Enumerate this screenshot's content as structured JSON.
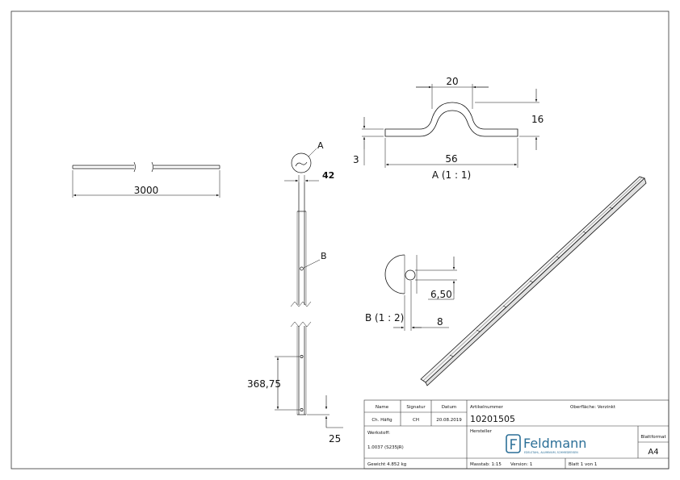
{
  "drawing": {
    "overall_length": "3000",
    "profile_width": "42",
    "hole_spacing": "368,75",
    "end_distance": "25",
    "detail_a_label": "A",
    "detail_b_label": "B",
    "detail_a_title": "A (1 : 1)",
    "detail_b_title": "B (1 : 2)",
    "dim_top_width": "20",
    "dim_height": "16",
    "dim_thickness": "3",
    "dim_base_width": "56",
    "dim_hole_diameter": "6,50",
    "dim_hole_offset": "8"
  },
  "title_block": {
    "name_header": "Name",
    "signature_header": "Signatur",
    "date_header": "Datum",
    "article_header": "Artikelnummer",
    "surface": "Oberfläche:  Verzinkt",
    "name_value": "Ch. Häfig",
    "signature_value": "CH",
    "date_value": "20.08.2019",
    "article_number": "10201505",
    "material_label": "Werkstoff:",
    "manufacturer_label": "Hersteller",
    "sheet_format_label": "Blattformat",
    "material_value": "1.0037 (S235JR)",
    "sheet_format_value": "A4",
    "weight": "Gewicht 4.852 kg",
    "scale": "Masstab: 1:15",
    "version": "Version: 1",
    "sheet": "Blatt 1 von 1"
  },
  "logo": {
    "name": "Feldmann",
    "tagline": "EDELSTAHL, ALUMINIUM, SCHMIEDEEISEN",
    "color": "#2b6f97"
  }
}
